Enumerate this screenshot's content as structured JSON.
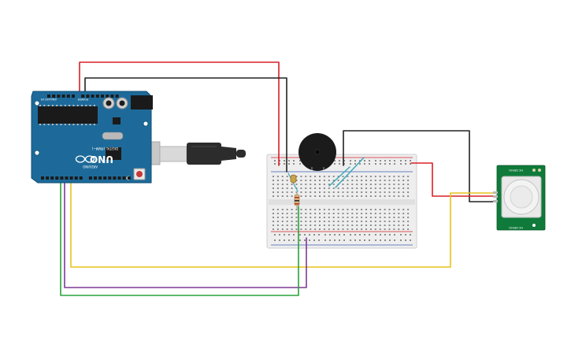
{
  "arduino": {
    "brand_text": "UNO",
    "model_text": "ARDUINO",
    "digital_label": "DIGITAL (PWM~)",
    "power_label": "POWER",
    "analog_label": "ANALOG IN",
    "board_color": "#1d6a9a",
    "edge_color": "#0f4d74"
  },
  "pir_sensor": {
    "label_top": "HC-SR501",
    "label_bottom": "HC-SR501",
    "board_color": "#0f7a3a"
  },
  "wire_colors": {
    "red": "#d92027",
    "black": "#222222",
    "yellow": "#e7c31b",
    "purple": "#7c3a94",
    "green": "#2aa33a",
    "teal": "#3aa6b9"
  },
  "components": [
    "arduino-uno",
    "usb-cable",
    "breadboard",
    "piezo-buzzer",
    "resistor",
    "led",
    "pir-motion-sensor"
  ]
}
